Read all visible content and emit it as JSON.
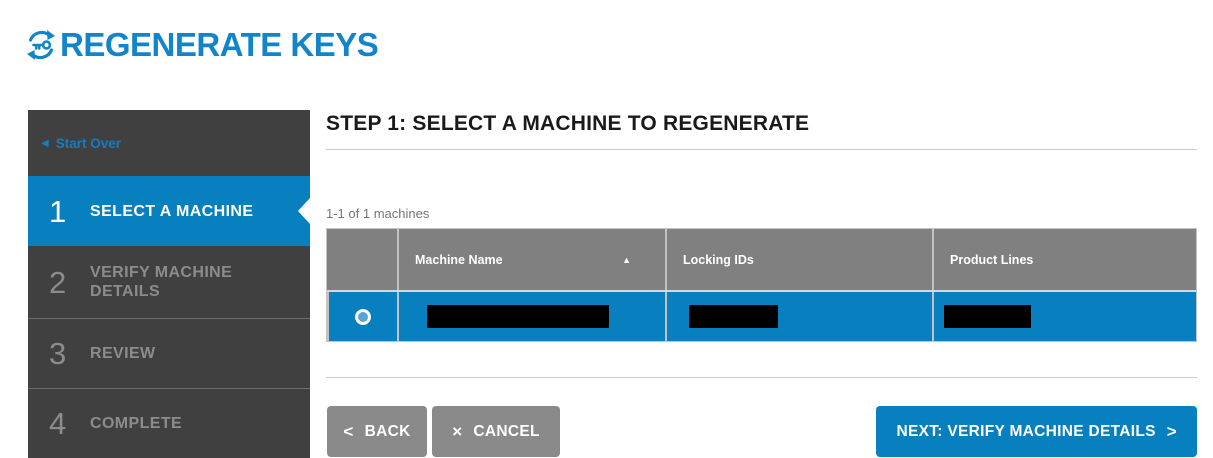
{
  "app": {
    "title": "REGENERATE KEYS"
  },
  "icons": {
    "regenerate": "circular-arrows-with-key",
    "start_over": "◀",
    "sort_ascending": "▲",
    "back": "<",
    "cancel": "×",
    "next": ">"
  },
  "colors": {
    "brand_blue": "#0880c0",
    "title_blue": "#1285ca",
    "sidebar_dark": "#404040",
    "inactive_step_text": "#8c8c8c",
    "table_header_gray": "#808080",
    "button_gray": "#8a8a8a",
    "selected_row_blue": "#0880c0"
  },
  "sidebar": {
    "start_over": {
      "label": "Start Over"
    },
    "steps": [
      {
        "number": "1",
        "label": "SELECT A MACHINE",
        "state": "active"
      },
      {
        "number": "2",
        "label": "VERIFY MACHINE DETAILS",
        "state": "upcoming"
      },
      {
        "number": "3",
        "label": "REVIEW",
        "state": "upcoming"
      },
      {
        "number": "4",
        "label": "COMPLETE",
        "state": "upcoming"
      }
    ]
  },
  "main": {
    "heading": "STEP 1: SELECT A MACHINE TO REGENERATE",
    "results_summary": "1-1 of 1 machines",
    "table": {
      "columns": [
        {
          "label": "",
          "type": "radio-select"
        },
        {
          "label": "Machine Name",
          "sorted": "ascending"
        },
        {
          "label": "Locking IDs"
        },
        {
          "label": "Product Lines"
        }
      ],
      "rows": [
        {
          "selected": true,
          "redacted_fields": [
            "machine_name",
            "locking_ids",
            "product_lines"
          ]
        }
      ]
    },
    "actions": {
      "back": "BACK",
      "cancel": "CANCEL",
      "next": "NEXT: VERIFY MACHINE DETAILS"
    }
  }
}
